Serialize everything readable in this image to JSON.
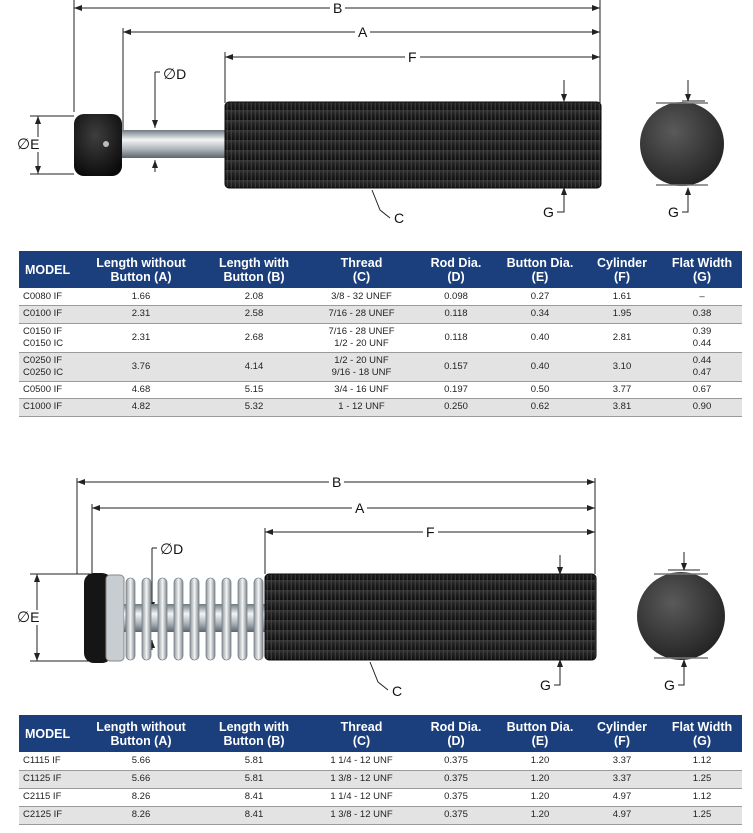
{
  "diagram1": {
    "labels": {
      "B": "B",
      "A": "A",
      "F": "F",
      "D": "D",
      "E": "E",
      "C": "C",
      "G": "G",
      "G2": "G"
    }
  },
  "table1": {
    "headers": [
      [
        "MODEL"
      ],
      [
        "Length without",
        "Button (A)"
      ],
      [
        "Length with",
        "Button (B)"
      ],
      [
        "Thread",
        "(C)"
      ],
      [
        "Rod Dia.",
        "(D)"
      ],
      [
        "Button Dia.",
        "(E)"
      ],
      [
        "Cylinder",
        "(F)"
      ],
      [
        "Flat Width",
        "(G)"
      ]
    ],
    "rows": [
      [
        [
          "C0080 IF"
        ],
        [
          "1.66"
        ],
        [
          "2.08"
        ],
        [
          "3/8 - 32 UNEF"
        ],
        [
          "0.098"
        ],
        [
          "0.27"
        ],
        [
          "1.61"
        ],
        [
          "–"
        ]
      ],
      [
        [
          "C0100 IF"
        ],
        [
          "2.31"
        ],
        [
          "2.58"
        ],
        [
          "7/16 - 28 UNEF"
        ],
        [
          "0.118"
        ],
        [
          "0.34"
        ],
        [
          "1.95"
        ],
        [
          "0.38"
        ]
      ],
      [
        [
          "C0150 IF",
          "C0150 IC"
        ],
        [
          "2.31"
        ],
        [
          "2.68"
        ],
        [
          "7/16 - 28 UNEF",
          "1/2 - 20 UNF"
        ],
        [
          "0.118"
        ],
        [
          "0.40"
        ],
        [
          "2.81"
        ],
        [
          "0.39",
          "0.44"
        ]
      ],
      [
        [
          "C0250 IF",
          "C0250 IC"
        ],
        [
          "3.76"
        ],
        [
          "4.14"
        ],
        [
          "1/2 - 20 UNF",
          "9/16 - 18 UNF"
        ],
        [
          "0.157"
        ],
        [
          "0.40"
        ],
        [
          "3.10"
        ],
        [
          "0.44",
          "0.47"
        ]
      ],
      [
        [
          "C0500 IF"
        ],
        [
          "4.68"
        ],
        [
          "5.15"
        ],
        [
          "3/4 - 16 UNF"
        ],
        [
          "0.197"
        ],
        [
          "0.50"
        ],
        [
          "3.77"
        ],
        [
          "0.67"
        ]
      ],
      [
        [
          "C1000 IF"
        ],
        [
          "4.82"
        ],
        [
          "5.32"
        ],
        [
          "1 - 12 UNF"
        ],
        [
          "0.250"
        ],
        [
          "0.62"
        ],
        [
          "3.81"
        ],
        [
          "0.90"
        ]
      ]
    ]
  },
  "diagram2": {
    "labels": {
      "B": "B",
      "A": "A",
      "F": "F",
      "D": "D",
      "E": "E",
      "C": "C",
      "G": "G",
      "G2": "G"
    }
  },
  "table2": {
    "headers": [
      [
        "MODEL"
      ],
      [
        "Length without",
        "Button (A)"
      ],
      [
        "Length with",
        "Button (B)"
      ],
      [
        "Thread",
        "(C)"
      ],
      [
        "Rod Dia.",
        "(D)"
      ],
      [
        "Button Dia.",
        "(E)"
      ],
      [
        "Cylinder",
        "(F)"
      ],
      [
        "Flat Width",
        "(G)"
      ]
    ],
    "rows": [
      [
        [
          "C1115 IF"
        ],
        [
          "5.66"
        ],
        [
          "5.81"
        ],
        [
          "1 1/4 - 12 UNF"
        ],
        [
          "0.375"
        ],
        [
          "1.20"
        ],
        [
          "3.37"
        ],
        [
          "1.12"
        ]
      ],
      [
        [
          "C1125 IF"
        ],
        [
          "5.66"
        ],
        [
          "5.81"
        ],
        [
          "1 3/8 - 12 UNF"
        ],
        [
          "0.375"
        ],
        [
          "1.20"
        ],
        [
          "3.37"
        ],
        [
          "1.25"
        ]
      ],
      [
        [
          "C2115 IF"
        ],
        [
          "8.26"
        ],
        [
          "8.41"
        ],
        [
          "1 1/4 - 12 UNF"
        ],
        [
          "0.375"
        ],
        [
          "1.20"
        ],
        [
          "4.97"
        ],
        [
          "1.12"
        ]
      ],
      [
        [
          "C2125 IF"
        ],
        [
          "8.26"
        ],
        [
          "8.41"
        ],
        [
          "1 3/8 - 12 UNF"
        ],
        [
          "0.375"
        ],
        [
          "1.20"
        ],
        [
          "4.97"
        ],
        [
          "1.25"
        ]
      ]
    ]
  }
}
